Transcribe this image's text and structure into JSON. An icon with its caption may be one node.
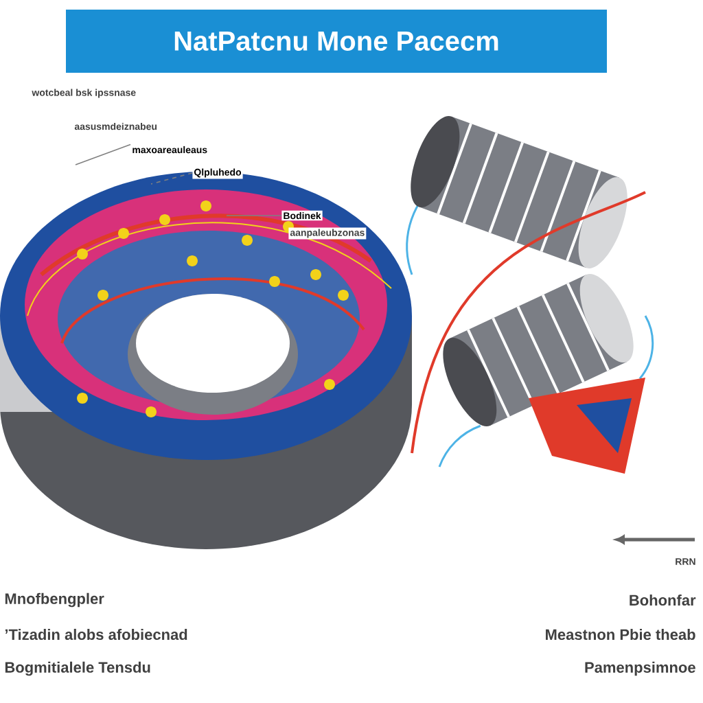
{
  "diagram": {
    "title": "NatPatcnu Mone Pacecm",
    "nodes": [
      {
        "text": [
          "maxoareauleaus"
        ]
      },
      {
        "text": [
          "Qlpluhedo"
        ]
      },
      {
        "text": [
          "Bodinek"
        ]
      }
    ],
    "edges": [
      {
        "from": 0,
        "to": null,
        "arrow": "none"
      },
      {
        "from": 1,
        "to": null,
        "arrow": "none",
        "style": "dashed"
      },
      {
        "from": 2,
        "to": null,
        "arrow": "none"
      }
    ],
    "labels": [
      "wotcbeal bsk ipssnase",
      "aasusmdeiznabeu",
      "aanpaleubzonas",
      "RRN",
      "Mnofbengpler",
      "’Tizadin alobs afobiecnad",
      "Bogmitialele Tensdu",
      "Bohonfar",
      "Meastnon Pbie theab",
      "Pamenpsimnoe"
    ]
  }
}
